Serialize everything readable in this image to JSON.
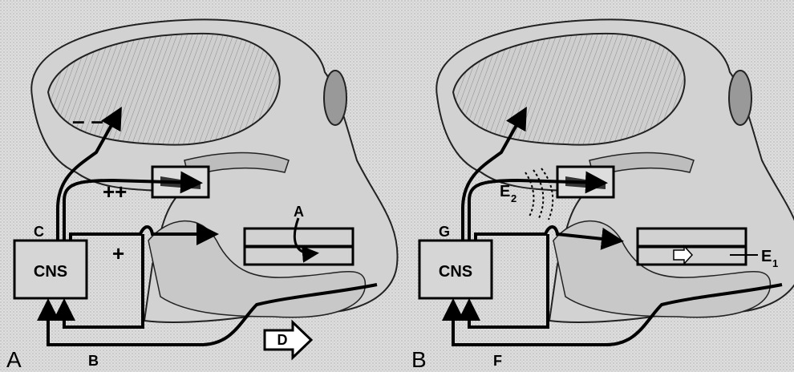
{
  "panels": [
    {
      "letter": "A",
      "cns": "CNS",
      "labels": {
        "minus": "– –",
        "plusplus": "++",
        "plus": "+",
        "c": "C",
        "a": "A",
        "b": "B",
        "d": "D"
      }
    },
    {
      "letter": "B",
      "cns": "CNS",
      "labels": {
        "g": "G",
        "e2": "E",
        "e2_sub": "2",
        "e1": "E",
        "e1_sub": "1",
        "f": "F"
      }
    }
  ]
}
